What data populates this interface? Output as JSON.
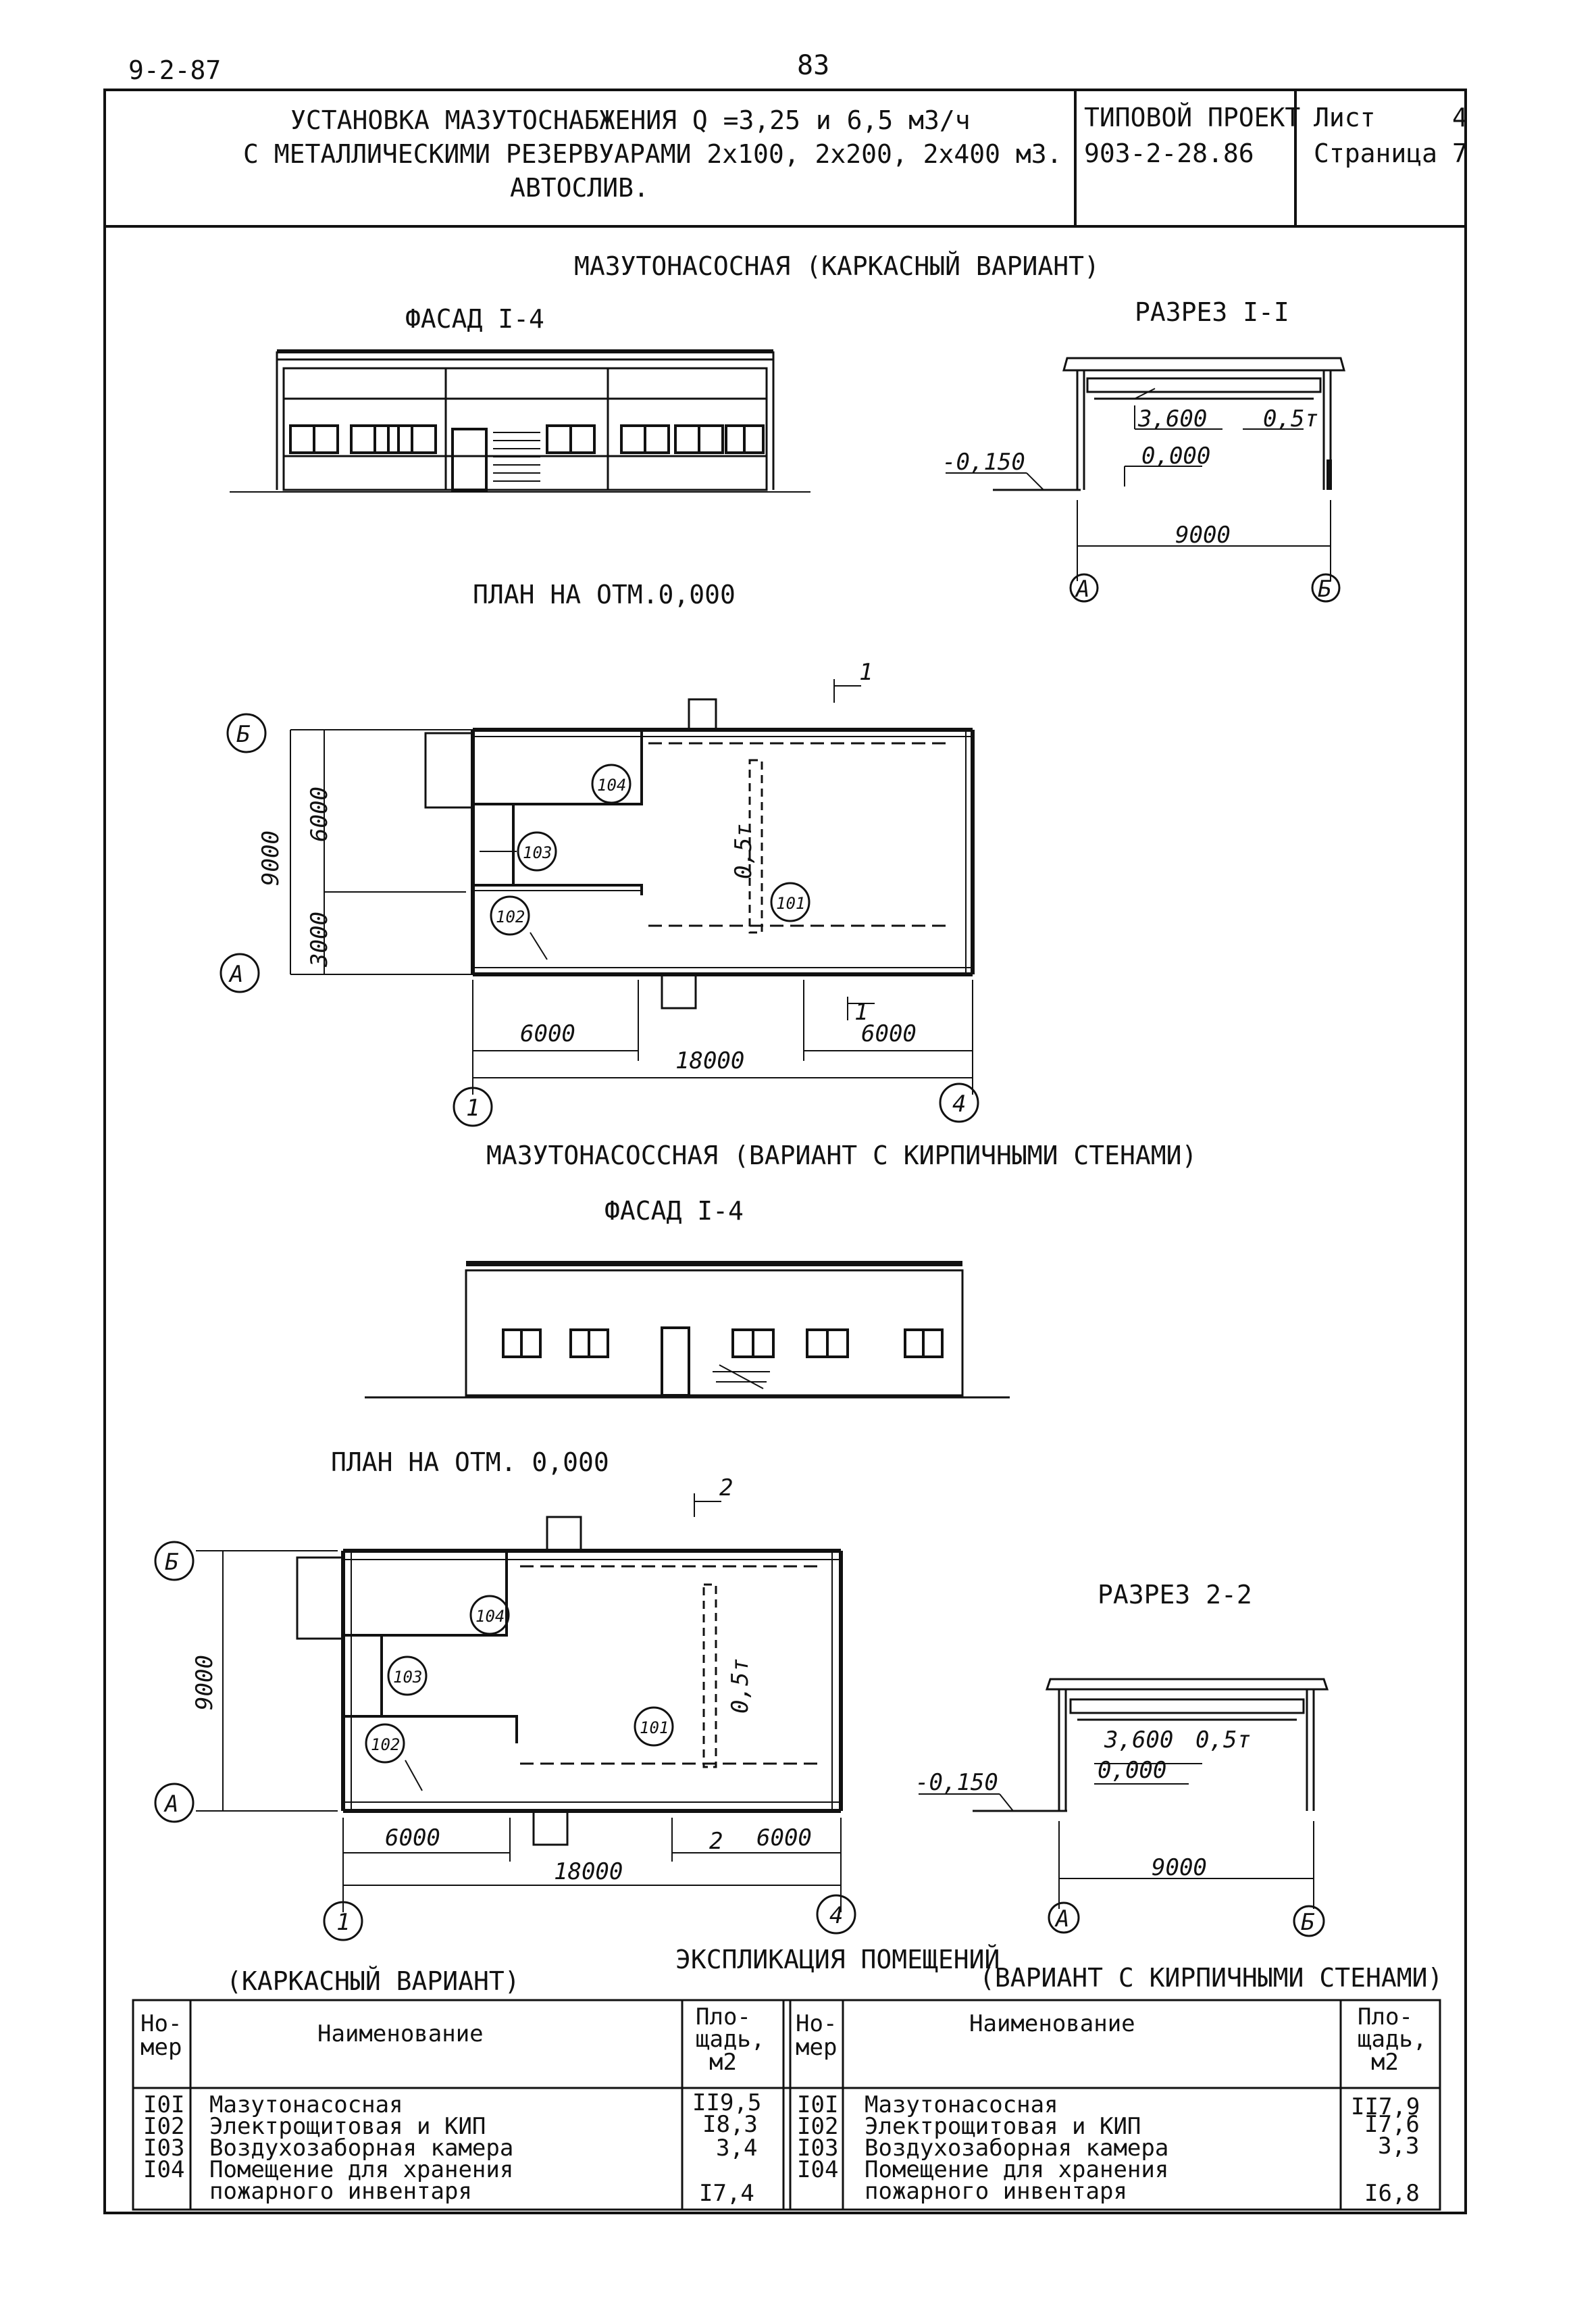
{
  "page": {
    "doc_code": "9-2-87",
    "page_number": "83"
  },
  "title_block": {
    "title_lines": [
      "УСТАНОВКА МАЗУТОСНАБЖЕНИЯ Q =3,25 и 6,5 м3/ч",
      "С МЕТАЛЛИЧЕСКИМИ РЕЗЕРВУАРАМИ 2х100, 2х200, 2х400 м3.",
      "АВТОСЛИВ."
    ],
    "project_label": "ТИПОВОЙ ПРОЕКТ",
    "project_number": "903-2-28.86",
    "sheet_label": "Лист",
    "sheet_value": "4",
    "page_label": "Страница",
    "page_value": "7"
  },
  "frame_variant": {
    "heading": "МАЗУТОНАСОСНАЯ (КАРКАСНЫЙ ВАРИАНТ)",
    "facade_title": "ФАСАД I-4",
    "section_title": "РАЗРЕЗ I-I",
    "plan_title": "ПЛАН НА ОТМ.0,000",
    "section": {
      "level_crane": "3,600",
      "crane_load": "0,5т",
      "level_floor": "0,000",
      "level_ground": "-0,150",
      "span": "9000",
      "axis_a": "А",
      "axis_b": "Б"
    },
    "plan": {
      "dim_total_vertical": "9000",
      "dim_upper": "6000",
      "dim_lower": "3000",
      "dim_left": "6000",
      "dim_right": "6000",
      "dim_total": "18000",
      "axis_1": "1",
      "axis_4": "4",
      "axis_a": "А",
      "axis_b": "Б",
      "section_mark_top": "1",
      "section_mark_bottom": "1",
      "crane_load": "0,5т",
      "room_101": "101",
      "room_102": "102",
      "room_103": "103",
      "room_104": "104"
    }
  },
  "brick_variant": {
    "heading": "МАЗУТОНАСОССНАЯ (ВАРИАНТ С КИРПИЧНЫМИ СТЕНАМИ)",
    "facade_title": "ФАСАД I-4",
    "plan_title": "ПЛАН НА ОТМ. 0,000",
    "section_title": "РАЗРЕЗ 2-2",
    "section": {
      "level_crane": "3,600",
      "crane_load": "0,5т",
      "level_floor": "0,000",
      "level_ground": "-0,150",
      "span": "9000",
      "axis_a": "А",
      "axis_b": "Б"
    },
    "plan": {
      "dim_total_vertical": "9000",
      "dim_left": "6000",
      "dim_right": "6000",
      "dim_total": "18000",
      "axis_1": "1",
      "axis_4": "4",
      "axis_a": "А",
      "axis_b": "Б",
      "section_mark_top": "2",
      "section_mark_bottom": "2",
      "crane_load": "0,5т",
      "room_101": "101",
      "room_102": "102",
      "room_103": "103",
      "room_104": "104"
    }
  },
  "explication": {
    "title": "ЭКСПЛИКАЦИЯ ПОМЕЩЕНИЙ",
    "left_caption": "(КАРКАСНЫЙ ВАРИАНТ)",
    "right_caption": "(ВАРИАНТ С КИРПИЧНЫМИ СТЕНАМИ)",
    "header_num": "Но-мер",
    "header_num_l1": "Но-",
    "header_num_l2": "мер",
    "header_name": "Наименование",
    "header_area_l1": "Пло-",
    "header_area_l2": "щадь,",
    "header_area_l3": "м2",
    "left_rows": [
      {
        "num": "I0I",
        "name": "Мазутонасосная",
        "area": "II9,5"
      },
      {
        "num": "I02",
        "name": "Электрощитовая и КИП",
        "area": "I8,3"
      },
      {
        "num": "I03",
        "name": "Воздухозаборная камера",
        "area": "3,4"
      },
      {
        "num": "I04",
        "name": "Помещение для хранения",
        "name2": "пожарного инвентаря",
        "area": "I7,4"
      }
    ],
    "right_rows": [
      {
        "num": "I0I",
        "name": "Мазутонасосная",
        "area": "II7,9"
      },
      {
        "num": "I02",
        "name": "Электрощитовая и КИП",
        "area": "I7,6"
      },
      {
        "num": "I03",
        "name": "Воздухозаборная камера",
        "area": "3,3"
      },
      {
        "num": "I04",
        "name": "Помещение для хранения",
        "name2": "пожарного инвентаря",
        "area": "I6,8"
      }
    ]
  }
}
